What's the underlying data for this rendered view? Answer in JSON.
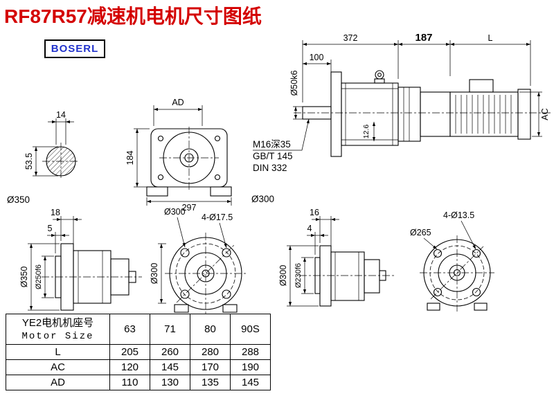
{
  "title": "RF87R57减速机电机尺寸图纸",
  "logo": "BOSERL",
  "main_view": {
    "dim_372": "372",
    "dim_187": "187",
    "dim_L": "L",
    "dim_100": "100",
    "shaft_dia": "Ø50k6",
    "dim_AC": "AC",
    "dim_126": "12.6",
    "note_thread": "M16深35",
    "note_gb": "GB/T 145",
    "note_din": "DIN 332"
  },
  "shaft_section": {
    "dim_14": "14",
    "dim_535": "53.5",
    "dia_350": "Ø350"
  },
  "front_view": {
    "dim_AD": "AD",
    "dim_184": "184",
    "dim_297": "297",
    "dia_300": "Ø300"
  },
  "flange_view_left": {
    "dim_18": "18",
    "dim_5": "5",
    "dia_350": "Ø350",
    "dia_250": "Ø250f6",
    "dia_300_top": "Ø300",
    "holes": "4-Ø17.5",
    "dia_300_side": "Ø300"
  },
  "flange_view_right": {
    "dim_16": "16",
    "dim_4": "4",
    "dia_300": "Ø300",
    "dia_230": "Ø230f6",
    "dia_265": "Ø265",
    "holes": "4-Ø13.5"
  },
  "table": {
    "header_cn": "YE2电机机座号",
    "header_en": "Motor Size",
    "sizes": [
      "63",
      "71",
      "80",
      "90S"
    ],
    "rows": [
      {
        "label": "L",
        "values": [
          "205",
          "260",
          "280",
          "288"
        ]
      },
      {
        "label": "AC",
        "values": [
          "120",
          "145",
          "170",
          "190"
        ]
      },
      {
        "label": "AD",
        "values": [
          "110",
          "130",
          "135",
          "145"
        ]
      }
    ]
  }
}
